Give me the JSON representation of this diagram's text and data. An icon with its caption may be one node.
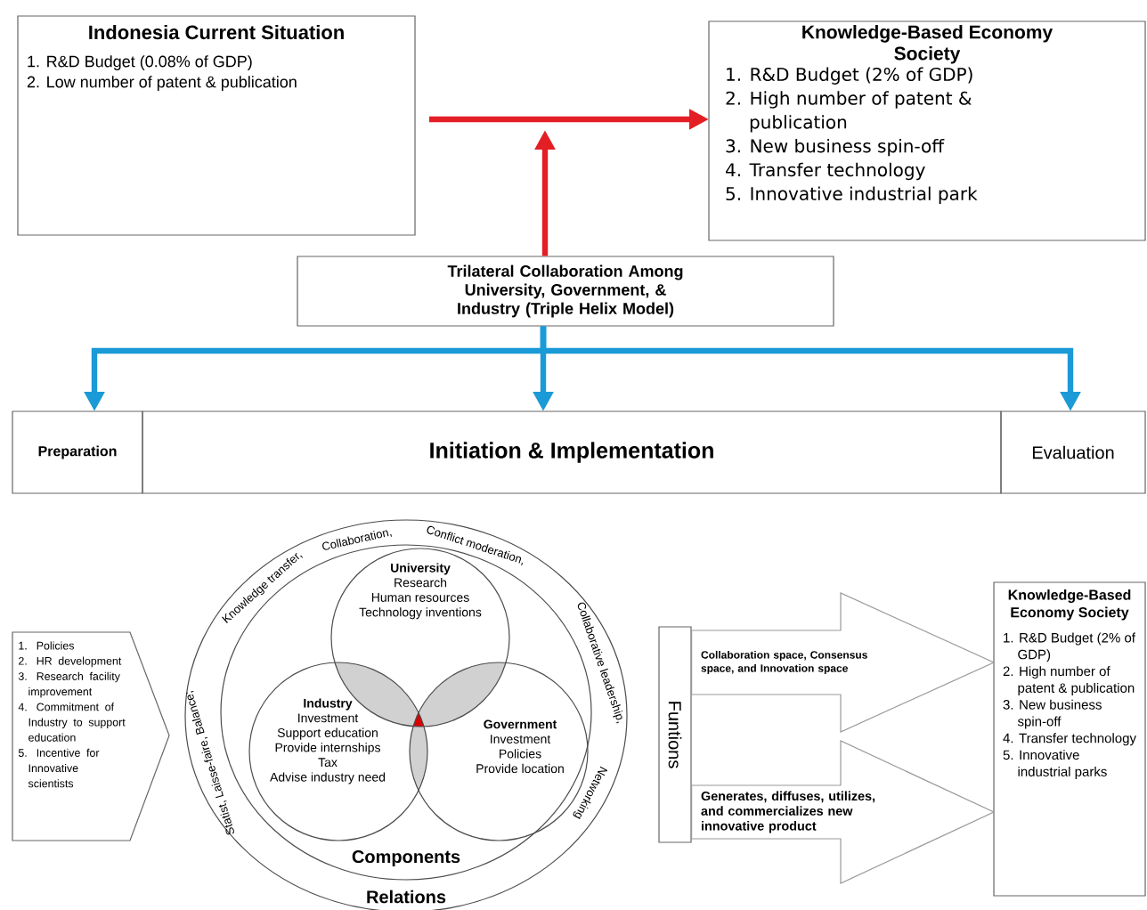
{
  "diagram": {
    "nodes": [
      {
        "text": [
          "Indonesia Current Situation",
          "1. R&D Budget (0.08% of GDP)",
          "2. Low number of patent & publication"
        ]
      },
      {
        "text": [
          "Knowledge-Based Economy Society",
          "1. R&D Budget (2% of GDP)",
          "2. High number of patent & publication",
          "3. New business spin-off",
          "4. Transfer technology",
          "5. Innovative industrial park"
        ]
      },
      {
        "text": [
          "Trilateral Collaboration Among University, Government, & Industry (Triple Helix Model)"
        ]
      },
      {
        "text": [
          "Preparation"
        ]
      },
      {
        "text": [
          "Initiation & Implementation"
        ]
      },
      {
        "text": [
          "Evaluation"
        ]
      },
      {
        "text": [
          "1. Policies",
          "2. HR development",
          "3. Research facility improvement",
          "4. Commitment of Industry to support education",
          "5. Incentive for Innovative scientists"
        ]
      },
      {
        "text": [
          "Knowledge transfer,",
          "Collaboration,",
          "Conflict moderation,",
          "Collaborative leadership,",
          "Networking",
          "Statist, Laisse-faire, Balance;",
          "Relations"
        ]
      },
      {
        "text": [
          "Components"
        ],
        "in": 7
      },
      {
        "text": [
          "University",
          "Research",
          "Human resources",
          "Technology inventions"
        ],
        "in": 8
      },
      {
        "text": [
          "Industry",
          "Investment",
          "Support education",
          "Provide internships",
          "Tax",
          "Advise industry need"
        ],
        "in": 8
      },
      {
        "text": [
          "Government",
          "Investment",
          "Policies",
          "Provide location"
        ],
        "in": 8
      },
      {
        "text": [
          "Funtions"
        ]
      },
      {
        "text": [
          "Knowledge-Based Economy Society",
          "1. R&D Budget (2% of GDP)",
          "2. High number of patent & publication",
          "3. New business spin-off",
          "4. Transfer technology",
          "5. Innovative industrial parks"
        ]
      }
    ],
    "edges": [
      {
        "from": 0,
        "to": 1,
        "arrow": "to",
        "color": "#e31e24"
      },
      {
        "from": 2,
        "to": null,
        "arrow": "to",
        "color": "#e31e24"
      },
      {
        "from": 2,
        "to": 3,
        "arrow": "to",
        "color": "#1a9ad6"
      },
      {
        "from": 2,
        "to": 4,
        "arrow": "to",
        "color": "#1a9ad6"
      },
      {
        "from": 2,
        "to": 5,
        "arrow": "to",
        "color": "#1a9ad6"
      },
      {
        "from": 12,
        "to": 13,
        "arrow": "to",
        "label": "Collaboration space, Consensus space, and Innovation space",
        "color": "#999999"
      },
      {
        "from": 12,
        "to": 13,
        "arrow": "to",
        "label": "Generates, diffuses, utilizes, and commercializes new innovative product",
        "color": "#999999"
      }
    ]
  }
}
